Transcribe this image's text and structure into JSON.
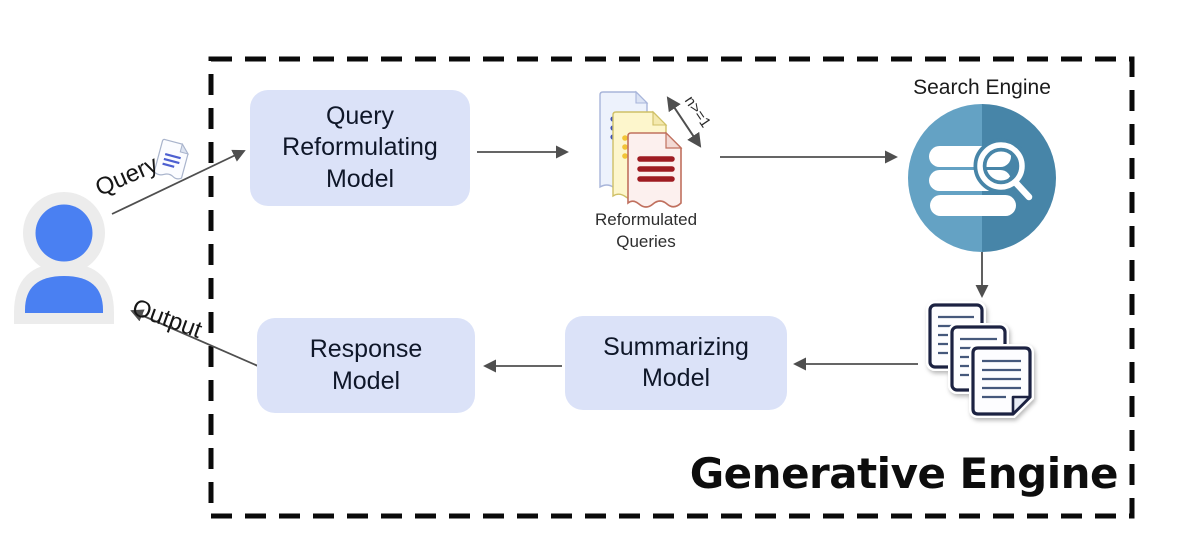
{
  "title": "Generative Engine",
  "labels": {
    "query": "Query",
    "output": "Output",
    "n_constraint": "n>=1",
    "reformulated_queries": "Reformulated Queries",
    "search_engine": "Search Engine"
  },
  "nodes": {
    "query_reformulating_model": "Query Reformulating Model",
    "summarizing_model": "Summarizing Model",
    "response_model": "Response Model"
  },
  "icons": {
    "user": "user-icon",
    "query_document": "query-document-icon",
    "reformulated_queries_stack": "document-stack-icon",
    "search_engine": "search-engine-icon",
    "retrieved_documents": "retrieved-documents-icon"
  },
  "colors": {
    "model_box_fill": "#dbe2f8",
    "model_box_text": "#0f1729",
    "user_blue": "#4a80f2",
    "user_halo_gray": "#ececec",
    "search_engine_left": "#64a2c4",
    "search_engine_right": "#4785a8",
    "arrow_gray": "#4f4f4f",
    "boundary_black": "#0a0a0a",
    "doc_blue_fill": "#edf2fc",
    "doc_yellow_fill": "#fdf6cc",
    "doc_red_fill": "#fcf0ee",
    "doc_red_line": "#9e1c22",
    "retrieved_doc_border": "#1c2342",
    "retrieved_doc_line": "#44597c"
  }
}
